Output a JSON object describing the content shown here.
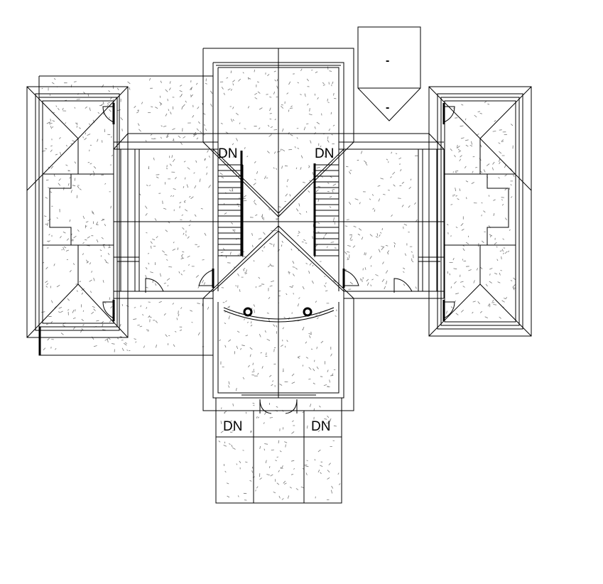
{
  "plan": {
    "labels": {
      "dn_upper_left": "DN",
      "dn_upper_right": "DN",
      "dn_lower_left": "DN",
      "dn_lower_right": "DN"
    },
    "marker_box": {
      "upper_mark": "-",
      "lower_mark": "-"
    }
  }
}
